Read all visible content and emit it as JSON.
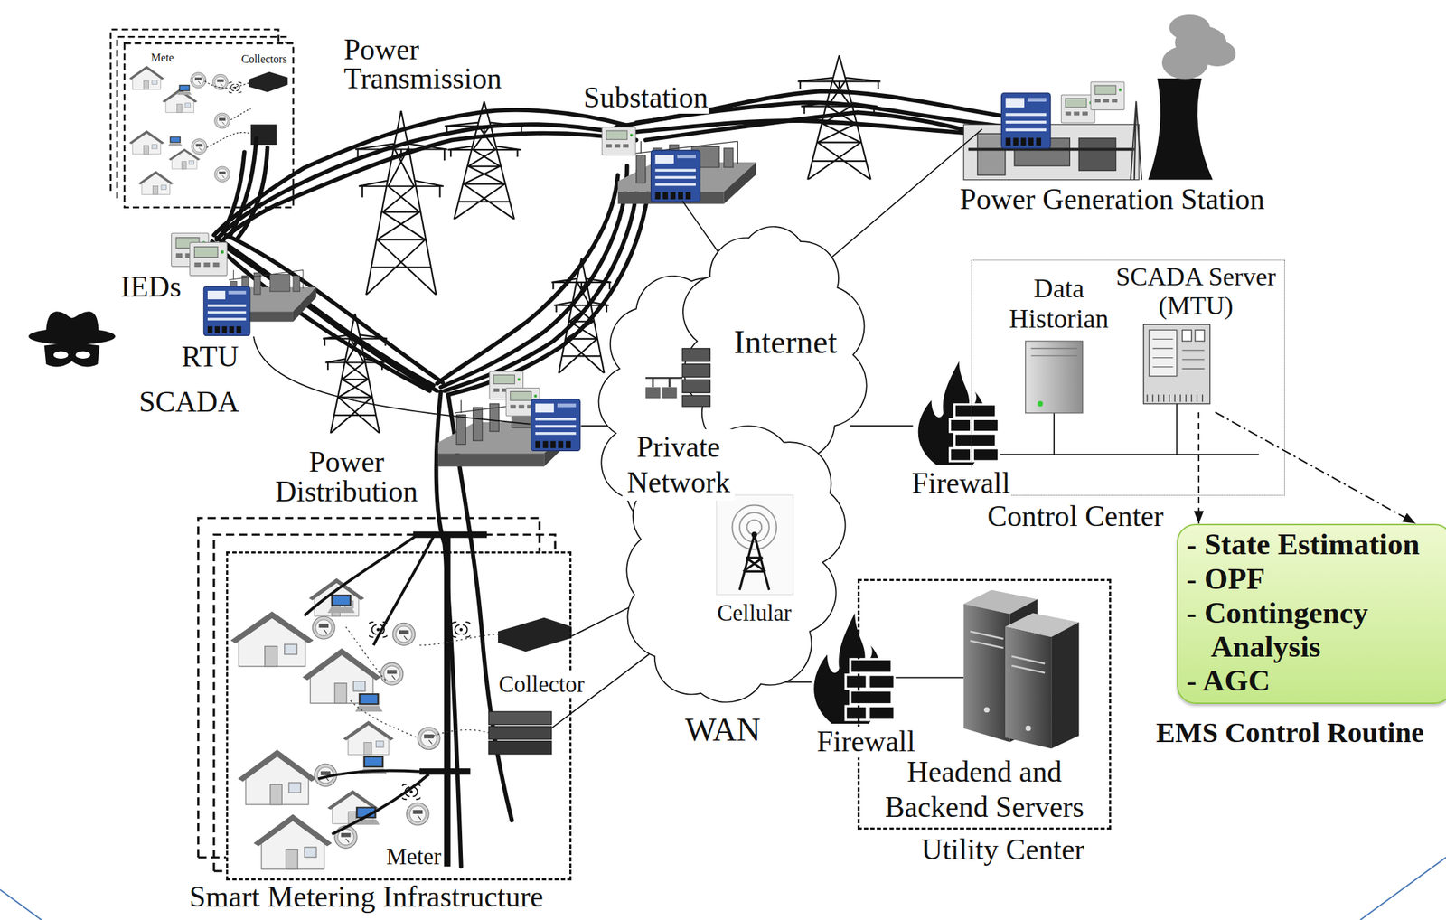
{
  "diagram": {
    "nodes": [
      {
        "text": [
          "Control Center"
        ]
      },
      {
        "text": [
          "Data Historian"
        ],
        "in": 0
      },
      {
        "text": [
          "SCADA Server (MTU)"
        ],
        "in": 0
      },
      {
        "text": [
          "- State Estimation",
          "- OPF",
          "- Contingency Analysis",
          "- AGC",
          "EMS Control Routine"
        ]
      },
      {
        "text": [
          "Headend and Backend Servers",
          "Utility Center"
        ]
      },
      {
        "text": [
          "Smart Metering Infrastructure"
        ]
      }
    ],
    "edges": [
      {
        "from": 2,
        "to": 3,
        "arrow": "to"
      },
      {
        "from": 2,
        "to": 3,
        "arrow": "to"
      }
    ],
    "labels": [
      "Mete",
      "Collectors",
      "Power Transmission",
      "Substation",
      "Power Generation Station",
      "IEDs",
      "Internet",
      "RTU",
      "SCADA",
      "Private Network",
      "Power Distribution",
      "Firewall",
      "Cellular",
      "Collector",
      "WAN",
      "Firewall",
      "Meter"
    ]
  }
}
